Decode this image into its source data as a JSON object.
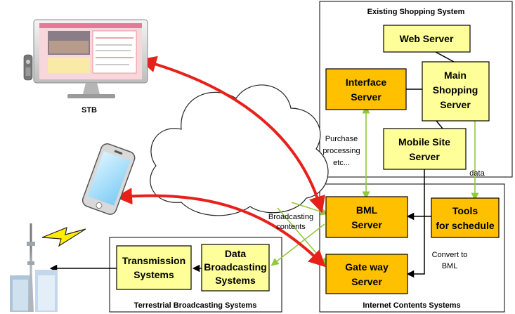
{
  "devices": {
    "stb_label": "STB"
  },
  "groups": {
    "existing": "Existing Shopping System",
    "internet": "Internet Contents Systems",
    "terrestrial": "Terrestrial Broadcasting Systems"
  },
  "boxes": {
    "web_server": [
      "Web Server"
    ],
    "main_shopping": [
      "Main",
      "Shopping",
      "Server"
    ],
    "interface_server": [
      "Interface",
      "Server"
    ],
    "mobile_site": [
      "Mobile Site",
      "Server"
    ],
    "bml_server": [
      "BML",
      "Server"
    ],
    "tools_schedule": [
      "Tools",
      "for schedule"
    ],
    "gateway_server": [
      "Gate way",
      "Server"
    ],
    "transmission": [
      "Transmission",
      "Systems"
    ],
    "data_broadcasting": [
      "Data",
      "Broadcasting",
      "Systems"
    ]
  },
  "notes": {
    "purchase": [
      "Purchase",
      "processing",
      "etc..."
    ],
    "data": "data",
    "broadcasting_contents": [
      "Broadcasting",
      "contents"
    ],
    "convert": [
      "Convert to",
      "BML"
    ]
  },
  "colors": {
    "orange_box": "#ffc000",
    "yellow_box": "#ffff99",
    "red_arrow": "#e8201a",
    "green_arrow": "#92c83e"
  }
}
